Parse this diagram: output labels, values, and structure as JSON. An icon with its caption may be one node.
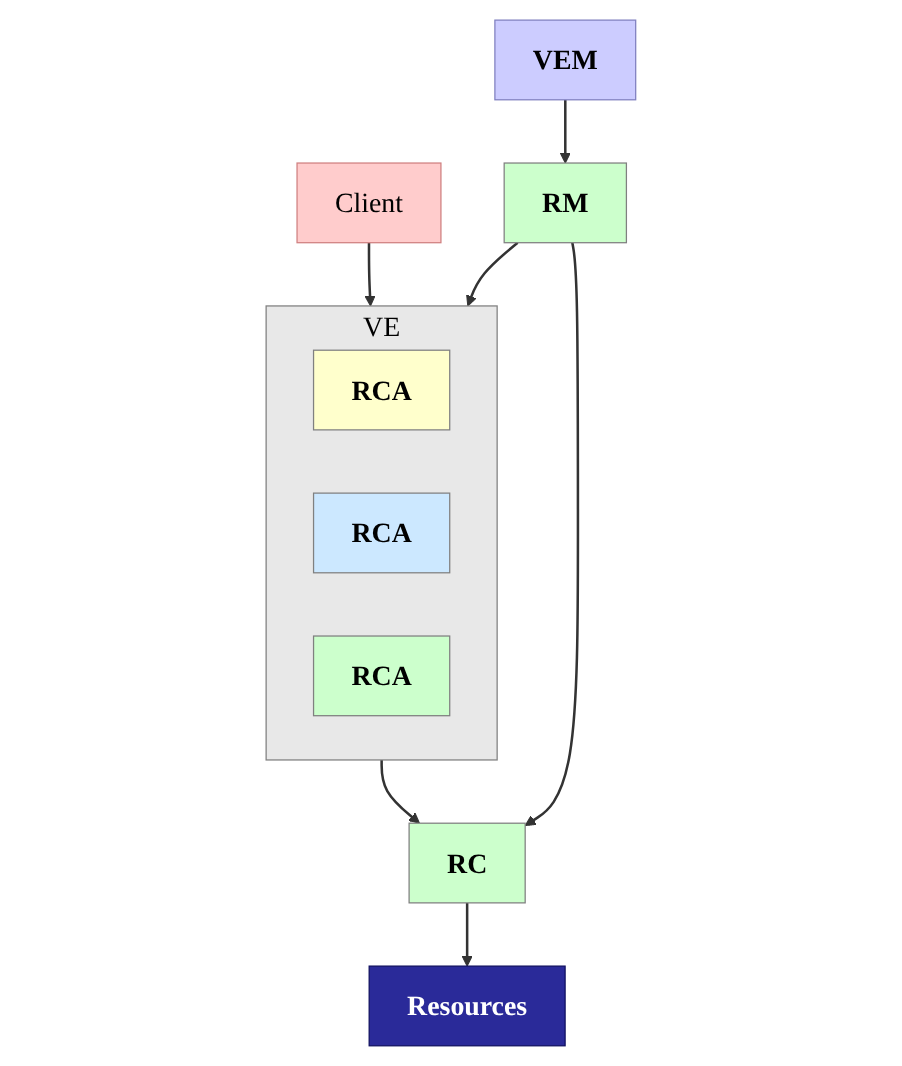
{
  "diagram": {
    "nodes": [
      {
        "text": [
          "Client"
        ]
      },
      {
        "text": [
          "VEM"
        ]
      },
      {
        "text": [
          "VE"
        ]
      },
      {
        "text": [
          "RCA"
        ],
        "in": 2
      },
      {
        "text": [
          "RCA"
        ],
        "in": 2
      },
      {
        "text": [
          "RCA"
        ],
        "in": 2
      },
      {
        "text": [
          "RM"
        ]
      },
      {
        "text": [
          "RC"
        ]
      },
      {
        "text": [
          "Resources"
        ]
      }
    ],
    "edges": [
      {
        "from": 0,
        "to": 2,
        "arrow": "to"
      },
      {
        "from": 1,
        "to": 6,
        "arrow": "to"
      },
      {
        "from": 6,
        "to": 2,
        "arrow": "to"
      },
      {
        "from": 2,
        "to": 7,
        "arrow": "to"
      },
      {
        "from": 6,
        "to": 7,
        "arrow": "to"
      },
      {
        "from": 7,
        "to": 8,
        "arrow": "to"
      }
    ]
  }
}
